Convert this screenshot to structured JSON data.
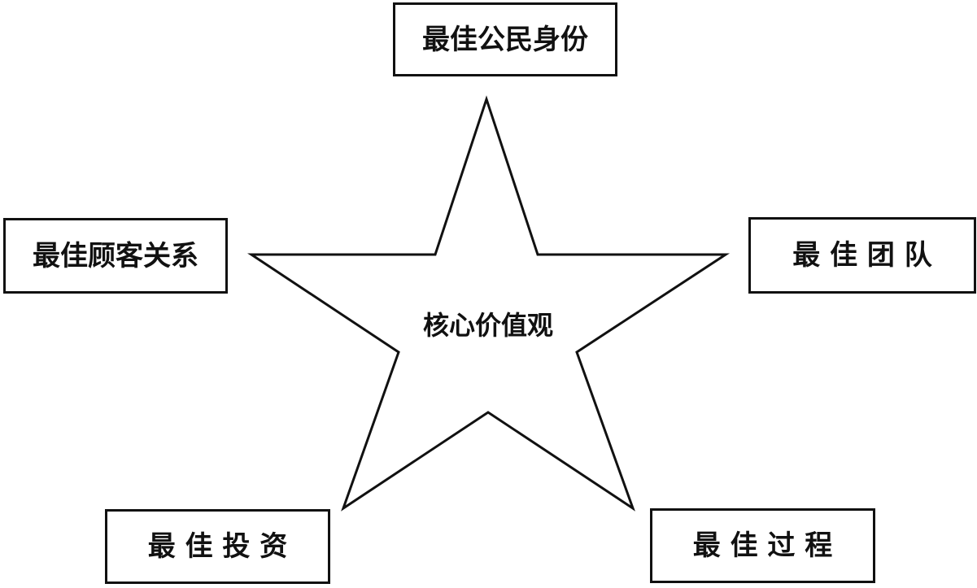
{
  "diagram": {
    "center": {
      "label": "核心价值观"
    },
    "nodes": {
      "top": "最佳公民身份",
      "left": "最佳顾客关系",
      "right": "最 佳 团 队",
      "bottom_left": "最 佳 投 资",
      "bottom_right": "最 佳 过 程"
    }
  },
  "colors": {
    "stroke": "#111111",
    "background": "#ffffff"
  }
}
